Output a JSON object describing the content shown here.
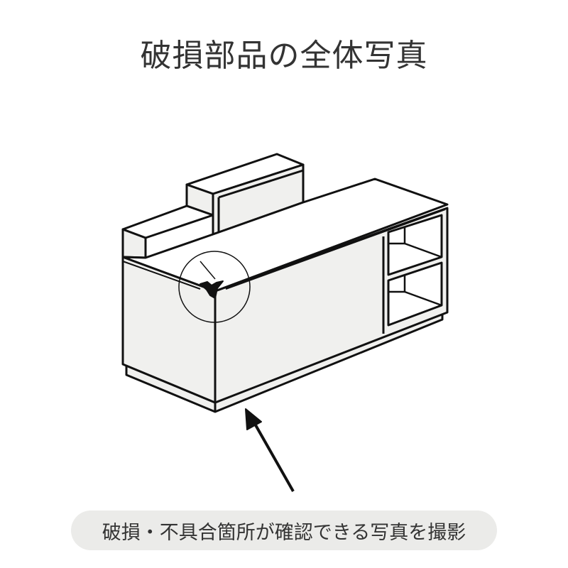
{
  "title": "破損部品の全体写真",
  "caption": "破損・不具合箇所が確認できる写真を撮影",
  "colors": {
    "line": "#111111",
    "face": "#f0f0ee",
    "top": "#ffffff",
    "caption_bg": "#ebebe9"
  },
  "icons": [
    "cabinet-illustration",
    "damage-highlight-circle",
    "arrow-icon"
  ]
}
